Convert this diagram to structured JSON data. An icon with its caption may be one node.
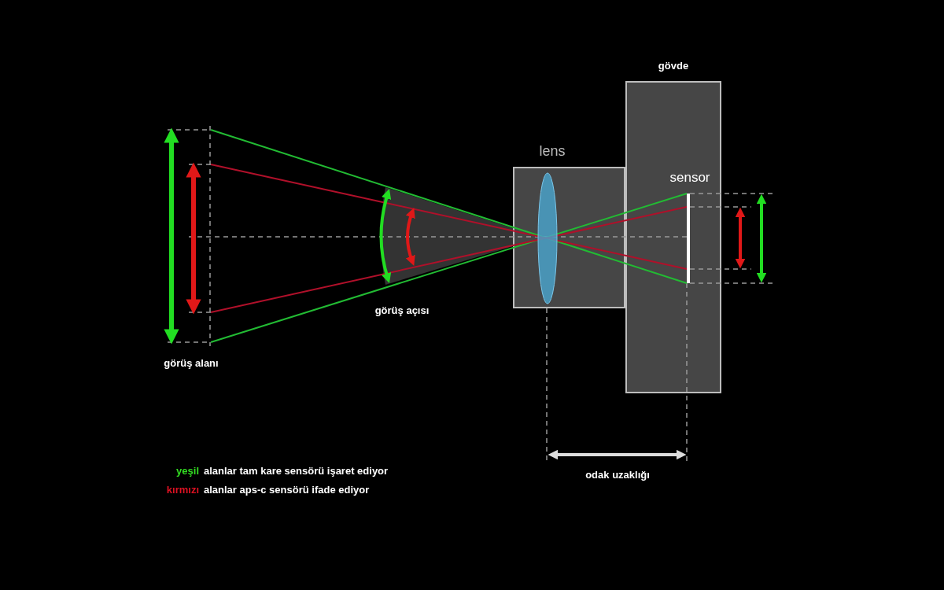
{
  "diagram": {
    "nodes": [
      {
        "text": [
          "lens"
        ]
      },
      {
        "text": [
          "gövde"
        ]
      },
      {
        "text": [
          "sensor"
        ],
        "in": 1
      },
      {
        "text": [],
        "shape": "ellipse",
        "in": 0
      }
    ],
    "labels": [
      "görüş açısı",
      "görüş alanı",
      "odak uzaklığı"
    ],
    "legend": [
      {
        "text": "yeşil alanlar tam kare sensörü işaret ediyor",
        "color": "#33dd22"
      },
      {
        "text": "kırmızı alanlar aps-c sensörü ifade ediyor",
        "color": "#dd1122"
      }
    ]
  }
}
